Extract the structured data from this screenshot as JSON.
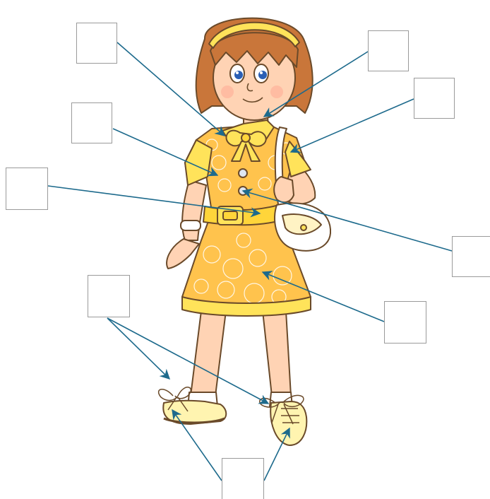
{
  "diagram": {
    "subject": "girl-in-summer-dress",
    "colors": {
      "leader_line": "#1d6a8c",
      "box_border": "#9a9a9a",
      "dress_fill": "#ffc34d",
      "dress_light": "#ffe7a8",
      "yellow_trim": "#ffe35a",
      "hair": "#c9763a",
      "skin": "#ffd3b4",
      "outline": "#6a4a2a"
    },
    "labels": [
      {
        "id": "bow-label",
        "text": ""
      },
      {
        "id": "collar-label",
        "text": ""
      },
      {
        "id": "sleeve-label",
        "text": ""
      },
      {
        "id": "strap-label",
        "text": ""
      },
      {
        "id": "belt-label",
        "text": ""
      },
      {
        "id": "button-label",
        "text": ""
      },
      {
        "id": "dress-label",
        "text": ""
      },
      {
        "id": "laces-label",
        "text": ""
      },
      {
        "id": "shoes-label",
        "text": ""
      }
    ]
  }
}
